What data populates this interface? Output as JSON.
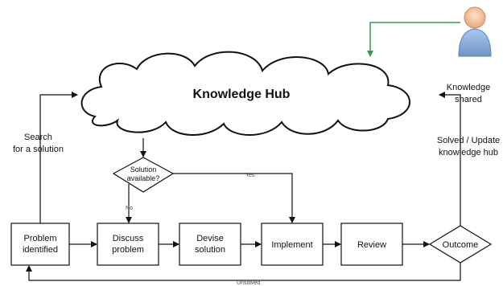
{
  "title": "Knowledge Hub",
  "nodes": {
    "problem_identified": [
      "Problem",
      "identified"
    ],
    "discuss_problem": [
      "Discuss",
      "problem"
    ],
    "devise_solution": [
      "Devise",
      "solution"
    ],
    "implement": "Implement",
    "review": "Review",
    "outcome": "Outcome",
    "solution_available": [
      "Solution",
      "available?"
    ]
  },
  "edge_labels": {
    "search": [
      "Search",
      "for a solution"
    ],
    "solved_update": [
      "Solved / Update",
      "knowledge hub"
    ],
    "knowledge_shared": [
      "Knowledge",
      "shared"
    ],
    "yes": "Yes",
    "no": "No",
    "unsolved": "Unsolved"
  },
  "colors": {
    "stroke": "#111111",
    "accent_connector": "#2e9e4a",
    "user_icon_blue": "#8fb4de"
  },
  "icons": {
    "user": "user-icon"
  }
}
